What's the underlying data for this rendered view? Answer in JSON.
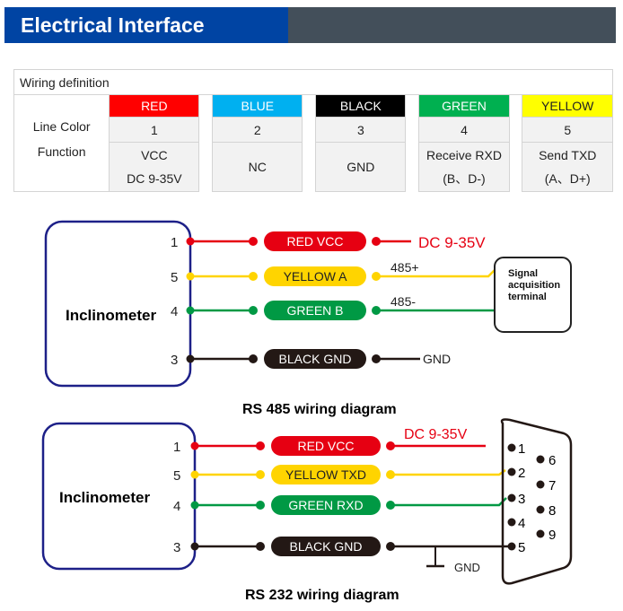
{
  "header": {
    "title": "Electrical Interface"
  },
  "wiring_table": {
    "title": "Wiring definition",
    "row_labels": [
      "Line Color",
      "Function"
    ],
    "columns": [
      {
        "color_name": "RED",
        "bg": "#ff0000",
        "fg": "#ffffff",
        "pin": "1",
        "function": [
          "VCC",
          "DC 9-35V"
        ]
      },
      {
        "color_name": "BLUE",
        "bg": "#00b0f0",
        "fg": "#ffffff",
        "pin": "2",
        "function": [
          "NC"
        ]
      },
      {
        "color_name": "BLACK",
        "bg": "#000000",
        "fg": "#ffffff",
        "pin": "3",
        "function": [
          "GND"
        ]
      },
      {
        "color_name": "GREEN",
        "bg": "#00b050",
        "fg": "#ffffff",
        "pin": "4",
        "function": [
          "Receive RXD",
          "(B、D-)"
        ]
      },
      {
        "color_name": "YELLOW",
        "bg": "#ffff00",
        "fg": "#222222",
        "pin": "5",
        "function": [
          "Send TXD",
          "(A、D+)"
        ]
      }
    ]
  },
  "rs485": {
    "device_label": "Inclinometer",
    "pins": [
      "1",
      "5",
      "4",
      "3"
    ],
    "wires": [
      {
        "label": "RED   VCC",
        "color": "#e60012",
        "text": "#ffffff"
      },
      {
        "label": "YELLOW  A",
        "color": "#ffd400",
        "text": "#222222"
      },
      {
        "label": "GREEN    B",
        "color": "#009944",
        "text": "#ffffff"
      },
      {
        "label": "BLACK GND",
        "color": "#231815",
        "text": "#ffffff"
      }
    ],
    "power_label": "DC 9-35V",
    "signal_plus": "485+",
    "signal_minus": "485-",
    "gnd_label": "GND",
    "terminal_label": [
      "Signal",
      "acquisition",
      "terminal"
    ],
    "caption": "RS 485 wiring diagram"
  },
  "rs232": {
    "device_label": "Inclinometer",
    "pins": [
      "1",
      "5",
      "4",
      "3"
    ],
    "wires": [
      {
        "label": "RED   VCC",
        "color": "#e60012",
        "text": "#ffffff"
      },
      {
        "label": "YELLOW  TXD",
        "color": "#ffd400",
        "text": "#222222"
      },
      {
        "label": "GREEN   RXD",
        "color": "#009944",
        "text": "#ffffff"
      },
      {
        "label": "BLACK GND",
        "color": "#231815",
        "text": "#ffffff"
      }
    ],
    "power_label": "DC 9-35V",
    "gnd_label": "GND",
    "db9_pins": [
      "1",
      "2",
      "3",
      "4",
      "5",
      "6",
      "7",
      "8",
      "9"
    ],
    "caption": "RS 232 wiring diagram"
  }
}
